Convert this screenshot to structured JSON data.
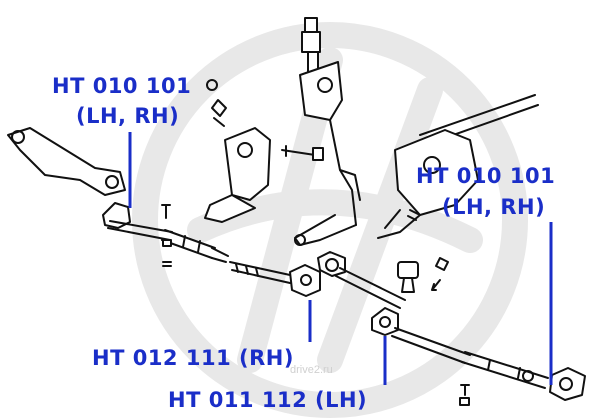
{
  "watermark": "drive2.ru",
  "labels": {
    "top_left_part": "HT 010 101",
    "top_left_side": "(LH, RH)",
    "right_part": "HT 010 101",
    "right_side": "(LH, RH)",
    "middle_part": "HT 012 111 (RH)",
    "bottom_part": "HT 011 112 (LH)"
  },
  "colors": {
    "label": "#1a2ec8",
    "drawing": "#111111",
    "watermark_logo": "#e6e6e6"
  }
}
